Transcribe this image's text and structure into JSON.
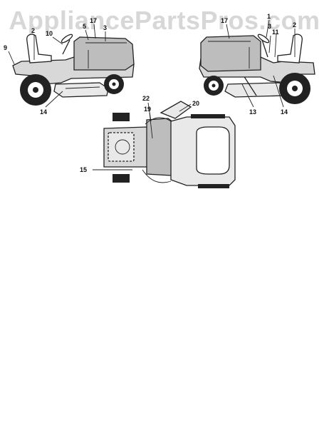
{
  "watermark": {
    "text": "AppliancePartsPros.com"
  },
  "callouts": {
    "left_mower": [
      "9",
      "2",
      "10",
      "5",
      "17",
      "3",
      "14"
    ],
    "right_mower": [
      "17",
      "1",
      "3",
      "11",
      "2",
      "13",
      "14"
    ],
    "top_view": [
      "22",
      "20",
      "19",
      "15"
    ]
  }
}
